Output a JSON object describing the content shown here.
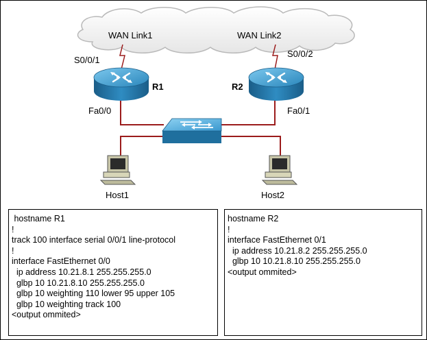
{
  "diagram": {
    "clouds": [
      {
        "id": "wan1",
        "label": "WAN Link1"
      },
      {
        "id": "wan2",
        "label": "WAN Link2"
      }
    ],
    "routers": [
      {
        "id": "R1",
        "label": "R1",
        "serial": "S0/0/1",
        "ethernet": "Fa0/0"
      },
      {
        "id": "R2",
        "label": "R2",
        "serial": "S0/0/2",
        "ethernet": "Fa0/1"
      }
    ],
    "switch": {
      "id": "switch"
    },
    "hosts": [
      {
        "id": "host1",
        "label": "Host1"
      },
      {
        "id": "host2",
        "label": "Host2"
      }
    ],
    "colors": {
      "link": "#9b1b1b",
      "router_top": "#3a9fd0",
      "router_body": "#1f6f9e",
      "switch_top": "#4aa8dc",
      "switch_body": "#1f6f9e",
      "host": "#c8c6a8"
    }
  },
  "configs": {
    "r1": [
      " hostname R1",
      "!",
      "track 100 interface serial 0/0/1 line-protocol",
      "!",
      "interface FastEthernet 0/0",
      "  ip address 10.21.8.1 255.255.255.0",
      "  glbp 10 10.21.8.10 255.255.255.0",
      "  glbp 10 weighting 110 lower 95 upper 105",
      "  glbp 10 weighting track 100",
      "<output ommited>"
    ],
    "r2": [
      "hostname R2",
      "!",
      "interface FastEthernet 0/1",
      "  ip address 10.21.8.2 255.255.255.0",
      "  glbp 10 10.21.8.10 255.255.255.0",
      "<output ommited>"
    ]
  }
}
